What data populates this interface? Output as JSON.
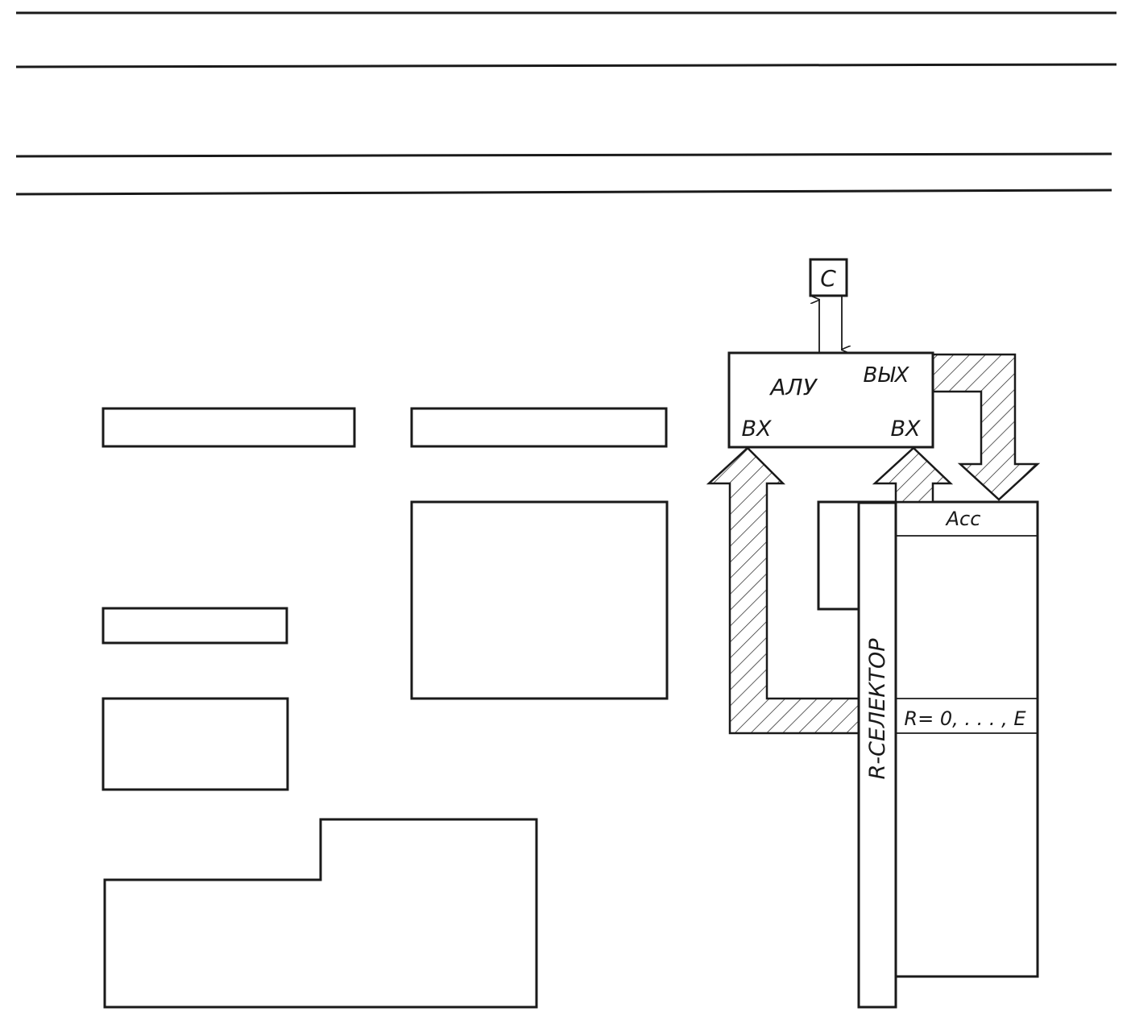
{
  "labels": {
    "c": "C",
    "alu": "АЛУ",
    "out": "ВЫХ",
    "in_left": "ВХ",
    "in_right": "ВХ",
    "acc": "Acc",
    "r_range": "R= 0, . . . , E",
    "r_selector": "R-СЕЛЕКТОР"
  },
  "colors": {
    "ink": "#1a1a1a",
    "paper": "#ffffff"
  }
}
